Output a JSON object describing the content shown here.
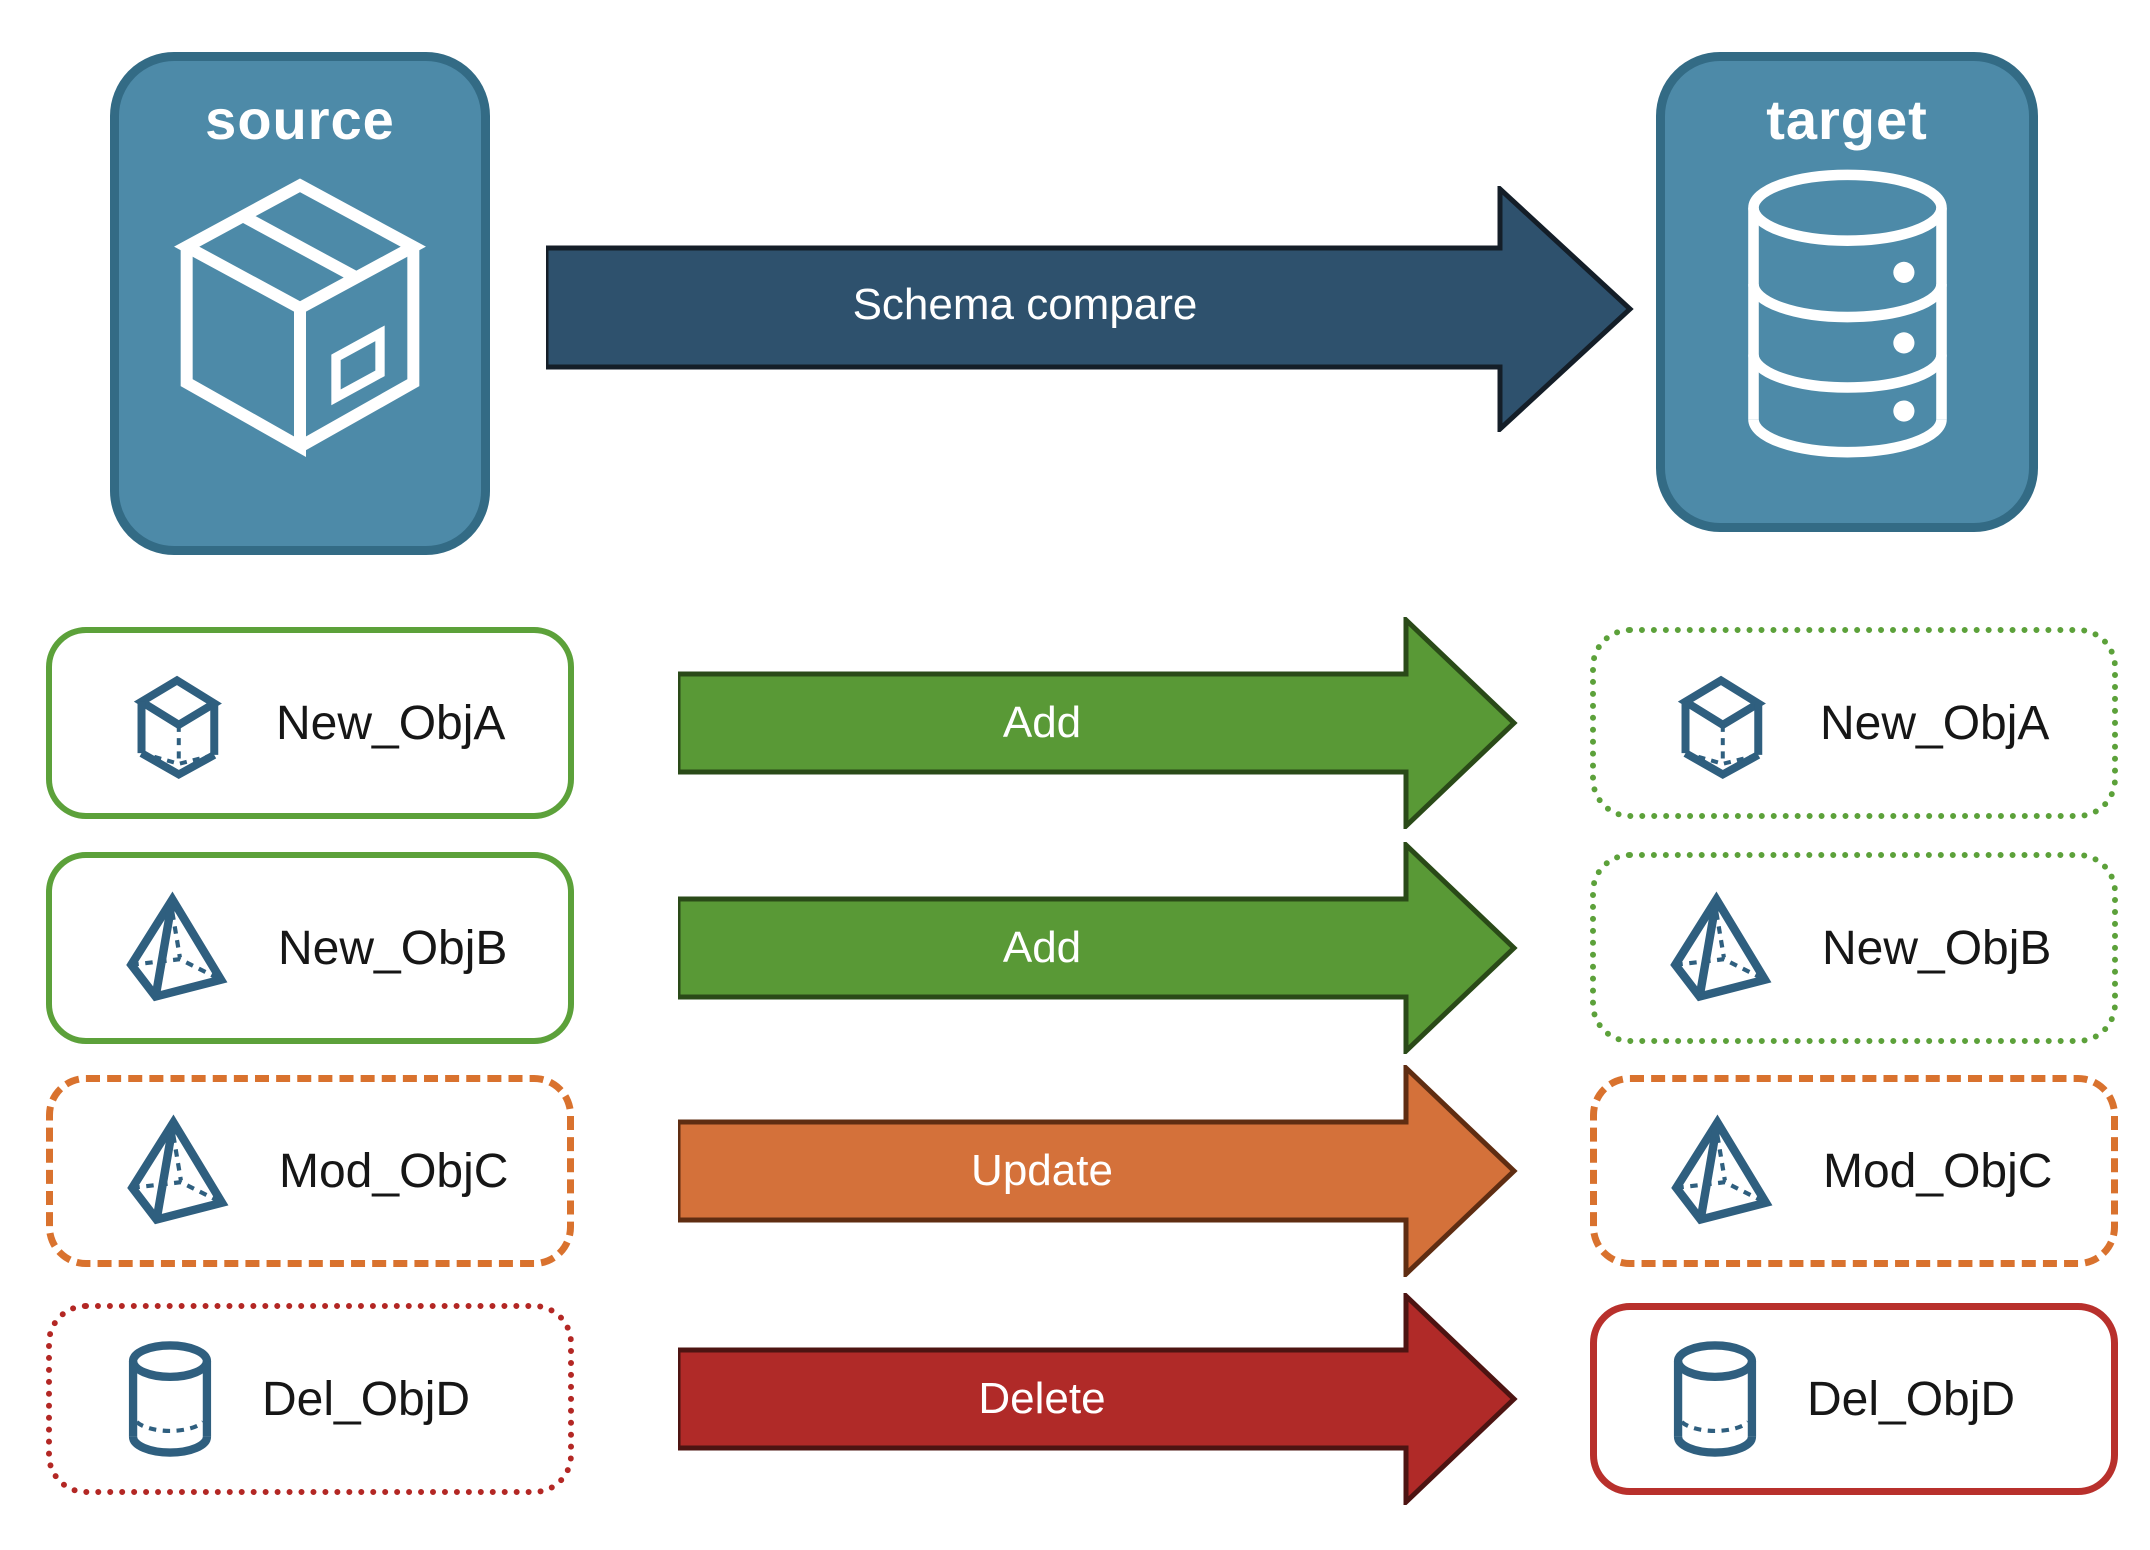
{
  "nodes": {
    "source": {
      "label": "source",
      "icon": "package-icon"
    },
    "target": {
      "label": "target",
      "icon": "database-icon"
    }
  },
  "flow": {
    "label": "Schema compare"
  },
  "rows": [
    {
      "label": "New_ObjA",
      "action": "Add",
      "icon": "cube-icon",
      "source_border": "solid-green",
      "target_border": "dotted-green"
    },
    {
      "label": "New_ObjB",
      "action": "Add",
      "icon": "pyramid-icon",
      "source_border": "solid-green",
      "target_border": "dotted-green"
    },
    {
      "label": "Mod_ObjC",
      "action": "Update",
      "icon": "pyramid-icon",
      "source_border": "dashed-orange",
      "target_border": "dashed-orange"
    },
    {
      "label": "Del_ObjD",
      "action": "Delete",
      "icon": "cylinder-icon",
      "source_border": "dotted-red",
      "target_border": "solid-red"
    }
  ],
  "palette": {
    "node_fill": "#4d8aa8",
    "node_border": "#336b85",
    "schema_fill": "#2e516d",
    "schema_stroke": "#141e28",
    "add_fill": "#599936",
    "add_stroke": "#2a4a18",
    "update_fill": "#d4713a",
    "update_stroke": "#5f2d12",
    "delete_fill": "#b02a28",
    "delete_stroke": "#4d1412",
    "green_line": "#5ca13a",
    "orange_line": "#d9722e",
    "red_dotted": "#b32724",
    "red_solid": "#b8302c",
    "icon_blue": "#2f5f7f"
  }
}
